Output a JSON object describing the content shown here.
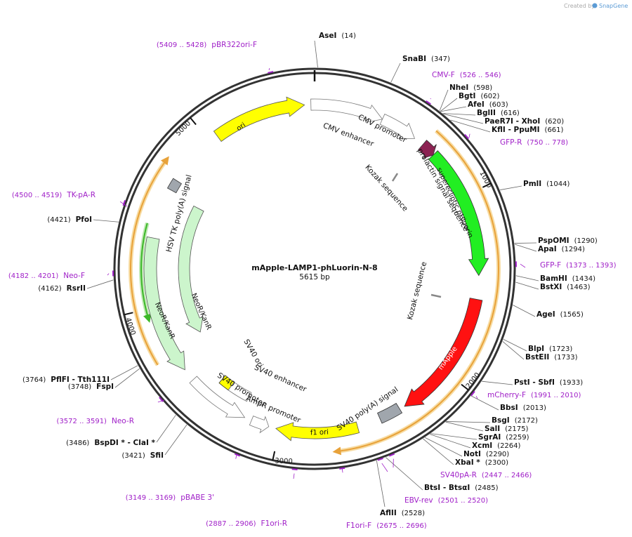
{
  "header": {
    "credit_prefix": "Created by",
    "credit_brand": "SnapGene"
  },
  "plasmid": {
    "name": "mApple-LAMP1-phLuorin-N-8",
    "size_label": "5615 bp",
    "length": 5615
  },
  "ticks": [
    {
      "bp": 1000,
      "label": "1000"
    },
    {
      "bp": 2000,
      "label": "2000"
    },
    {
      "bp": 3000,
      "label": "3000"
    },
    {
      "bp": 4000,
      "label": "4000"
    },
    {
      "bp": 5000,
      "label": "5000"
    }
  ],
  "sites": [
    {
      "name": "AseI",
      "pos": "(14)"
    },
    {
      "name": "SnaBI",
      "pos": "(347)"
    },
    {
      "name": "NheI",
      "pos": "(598)"
    },
    {
      "name": "BgtI",
      "pos": "(602)"
    },
    {
      "name": "AfeI",
      "pos": "(603)"
    },
    {
      "name": "BglII",
      "pos": "(616)"
    },
    {
      "name": "PaeR7I - XhoI",
      "pos": "(620)"
    },
    {
      "name": "KflI - PpuMI",
      "pos": "(661)"
    },
    {
      "name": "PmlI",
      "pos": "(1044)"
    },
    {
      "name": "PspOMI",
      "pos": "(1290)"
    },
    {
      "name": "ApaI",
      "pos": "(1294)"
    },
    {
      "name": "BamHI",
      "pos": "(1434)"
    },
    {
      "name": "BstXI",
      "pos": "(1463)"
    },
    {
      "name": "AgeI",
      "pos": "(1565)"
    },
    {
      "name": "BlpI",
      "pos": "(1723)"
    },
    {
      "name": "BstEII",
      "pos": "(1733)"
    },
    {
      "name": "PstI - SbfI",
      "pos": "(1933)"
    },
    {
      "name": "BbsI",
      "pos": "(2013)"
    },
    {
      "name": "BsgI",
      "pos": "(2172)"
    },
    {
      "name": "SalI",
      "pos": "(2175)"
    },
    {
      "name": "SgrAI",
      "pos": "(2259)"
    },
    {
      "name": "XcmI",
      "pos": "(2264)"
    },
    {
      "name": "NotI",
      "pos": "(2290)"
    },
    {
      "name": "XbaI *",
      "pos": "(2300)"
    },
    {
      "name": "BtsI - BtsαI",
      "pos": "(2485)"
    },
    {
      "name": "AflII",
      "pos": "(2528)"
    },
    {
      "name": "SfiI",
      "pos": "(3421)"
    },
    {
      "name": "BspDI * - ClaI *",
      "pos": "(3486)"
    },
    {
      "name": "FspI",
      "pos": "(3748)"
    },
    {
      "name": "PflFI - Tth111I",
      "pos": "(3764)"
    },
    {
      "name": "RsrII",
      "pos": "(4162)"
    },
    {
      "name": "PfoI",
      "pos": "(4421)"
    }
  ],
  "primers": [
    {
      "name": "pBR322ori-F",
      "pos": "(5409 .. 5428)"
    },
    {
      "name": "CMV-F",
      "pos": "(526 .. 546)"
    },
    {
      "name": "GFP-R",
      "pos": "(750 .. 778)"
    },
    {
      "name": "GFP-F",
      "pos": "(1373 .. 1393)"
    },
    {
      "name": "mCherry-F",
      "pos": "(1991 .. 2010)"
    },
    {
      "name": "SV40pA-R",
      "pos": "(2447 .. 2466)"
    },
    {
      "name": "EBV-rev",
      "pos": "(2501 .. 2520)"
    },
    {
      "name": "F1ori-F",
      "pos": "(2675 .. 2696)"
    },
    {
      "name": "F1ori-R",
      "pos": "(2887 .. 2906)"
    },
    {
      "name": "pBABE 3'",
      "pos": "(3149 .. 3169)"
    },
    {
      "name": "Neo-R",
      "pos": "(3572 .. 3591)"
    },
    {
      "name": "Neo-F",
      "pos": "(4182 .. 4201)"
    },
    {
      "name": "TK-pA-R",
      "pos": "(4500 .. 4519)"
    }
  ],
  "features": [
    {
      "name": "CMV enhancer"
    },
    {
      "name": "CMV promoter"
    },
    {
      "name": "prolactin signal sequence"
    },
    {
      "name": "superecliptic pHluorin"
    },
    {
      "name": "Kozak sequence"
    },
    {
      "name": "Kozak sequence"
    },
    {
      "name": "mApple"
    },
    {
      "name": "SV40 poly(A) signal"
    },
    {
      "name": "f1 ori"
    },
    {
      "name": "AmpR promoter"
    },
    {
      "name": "SV40 promoter"
    },
    {
      "name": "SV40 enhancer"
    },
    {
      "name": "SV40 ori"
    },
    {
      "name": "NeoR/KanR"
    },
    {
      "name": "NeoR/KanR"
    },
    {
      "name": "HSV TK poly(A) signal"
    },
    {
      "name": "ori"
    }
  ],
  "colors": {
    "backbone": "#333333",
    "primer": "#a020c8",
    "ori": "#ffff00",
    "phluorin": "#22ee22",
    "mapple": "#ff1111",
    "neo": "#ccf5cc",
    "promoter": "#ffffff",
    "signal_peptide": "#8b2252",
    "polyA": "#a0a6ad",
    "orf_arc": "#e8a23a",
    "orf_arc_glow": "#f7dca3",
    "green_arc": "#3cb828"
  }
}
